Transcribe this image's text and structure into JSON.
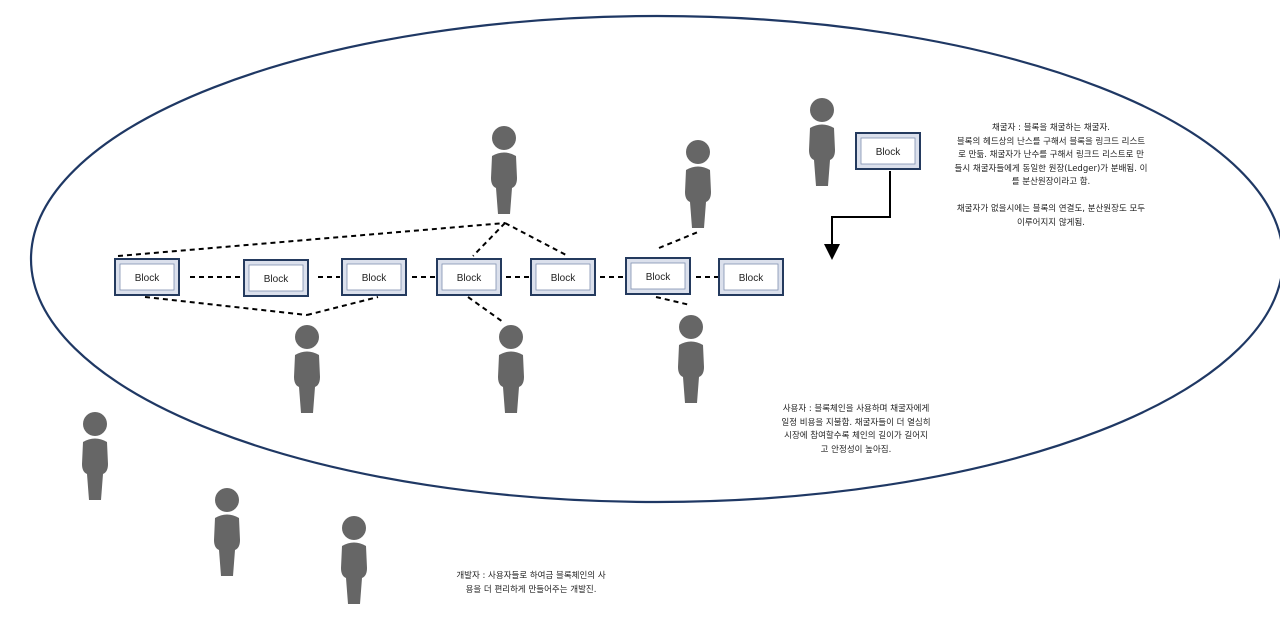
{
  "colors": {
    "person": "#666666",
    "ellipse": "#1f3864",
    "block_border": "#243a5e",
    "block_fill": "#dbe0ec",
    "link": "#000000"
  },
  "blocks": [
    "Block",
    "Block",
    "Block",
    "Block",
    "Block",
    "Block",
    "Block"
  ],
  "new_block": "Block",
  "notes": {
    "miner": "채굴자 : 블록을 채굴하는 채굴자.\n블록의 헤드상의 난스를 구해서 블록을 링크드 리스트\n로 만듦. 채굴자가 난수를 구해서 링크드 리스트로 만\n들시 채굴자들에게 동일한 원장(Ledger)가 분배됨. 이\n를 분산원장이라고 함.\n\n채굴자가 없을시에는 블록의 연결도, 분산원장도 모두\n이루어지지 않게됨.",
    "user": "사용자 : 블록체인을 사용하며 채굴자에게\n일정 비용을 지불함. 채굴자들이 더 열심히\n시장에 참여할수록 체인의 길이가 길어지\n고 안정성이 높아짐.",
    "developer": "개발자 : 사용자들로 하여금 블록체인의 사\n용을 더 편리하게 만들어주는 개발진."
  }
}
